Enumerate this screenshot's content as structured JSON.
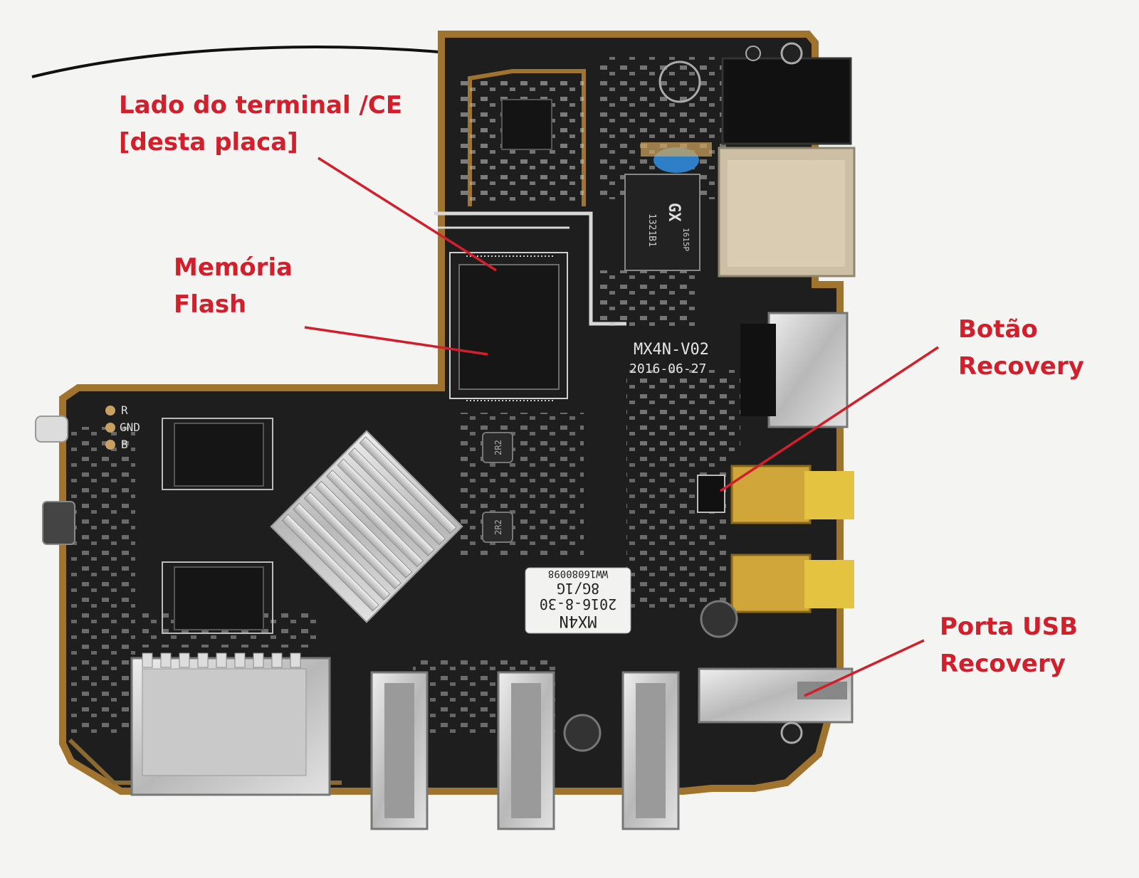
{
  "photo": {
    "board_model": "MX4N-V02",
    "board_date": "2016-06-27",
    "sticker_line1": "MX4N",
    "sticker_line2": "2016-8-30",
    "sticker_line3": "8G/1G",
    "sticker_line4": "WW16080098",
    "transformer_brand": "GX",
    "transformer_code1": "1615P",
    "transformer_code2": "1321B1",
    "inductor_marking": "2R2",
    "led_pin_r": "R",
    "led_pin_gnd": "GND",
    "led_pin_b": "B"
  },
  "annotations": {
    "ce_terminal_line1": "Lado do terminal /CE",
    "ce_terminal_line2": "[desta placa]",
    "flash_line1": "Memória",
    "flash_line2": "Flash",
    "recovery_button_line1": "Botão",
    "recovery_button_line2": "Recovery",
    "usb_recovery_line1": "Porta USB",
    "usb_recovery_line2": "Recovery"
  },
  "colors": {
    "annotation_red": "#d21f2b",
    "pcb_black": "#1e1e1e",
    "pcb_edge": "#a0742e",
    "heatsink": "#d9dadc"
  }
}
